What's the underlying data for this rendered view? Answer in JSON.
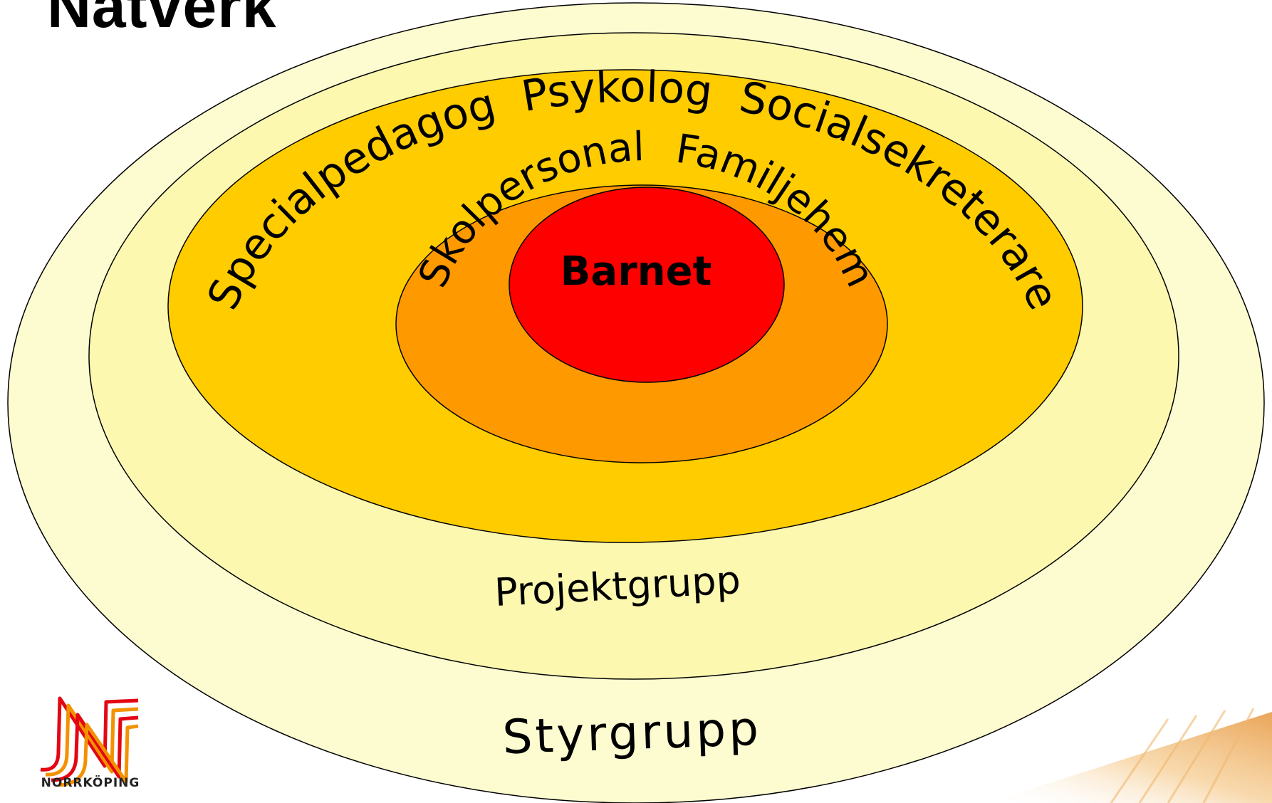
{
  "title": "Nätverk",
  "rings": [
    {
      "id": "styrgrupp",
      "label": "Styrgrupp",
      "fill": "#fdfbd0"
    },
    {
      "id": "projektgrupp",
      "label": "Projektgrupp",
      "fill": "#fdf8b0"
    },
    {
      "id": "professionals",
      "labels": [
        "Specialpedagog",
        "Psykolog",
        "Socialsekreterare"
      ],
      "fill": "#ffcc00"
    },
    {
      "id": "near",
      "labels": [
        "Skolpersonal",
        "Familjehem"
      ],
      "fill": "#ff9900"
    },
    {
      "id": "center",
      "label": "Barnet",
      "fill": "#ff0000"
    }
  ],
  "logo": {
    "name": "norrkoping-logo-icon",
    "text": "NORRKÖPING",
    "colors": [
      "#e30613",
      "#f39200"
    ]
  }
}
